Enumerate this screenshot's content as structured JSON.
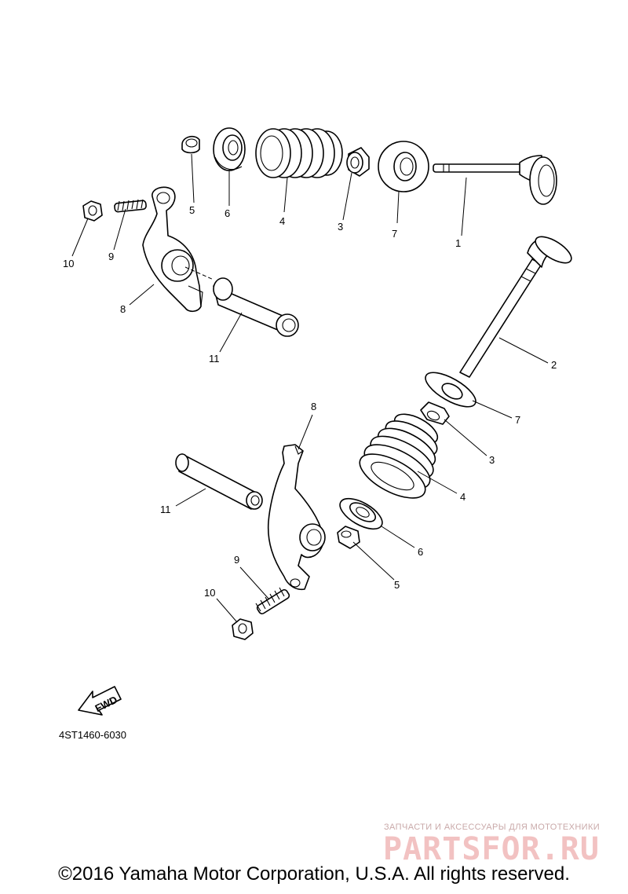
{
  "diagram": {
    "upper_callouts": {
      "c1": "1",
      "c3": "3",
      "c4": "4",
      "c5": "5",
      "c6": "6",
      "c7": "7",
      "c8": "8",
      "c9": "9",
      "c10": "10",
      "c11": "11"
    },
    "lower_callouts": {
      "c2": "2",
      "c3": "3",
      "c4": "4",
      "c5": "5",
      "c6": "6",
      "c7": "7",
      "c8": "8",
      "c9": "9",
      "c10": "10",
      "c11": "11"
    },
    "fwd_label": "FWD",
    "diagram_code": "4ST1460-6030"
  },
  "watermark": {
    "tagline": "ЗАПЧАСТИ И АКСЕССУАРЫ ДЛЯ МОТОТЕХНИКИ",
    "brand": "PARTSFOR.RU"
  },
  "footer": {
    "copyright": "©2016 Yamaha Motor Corporation, U.S.A. All rights reserved."
  }
}
